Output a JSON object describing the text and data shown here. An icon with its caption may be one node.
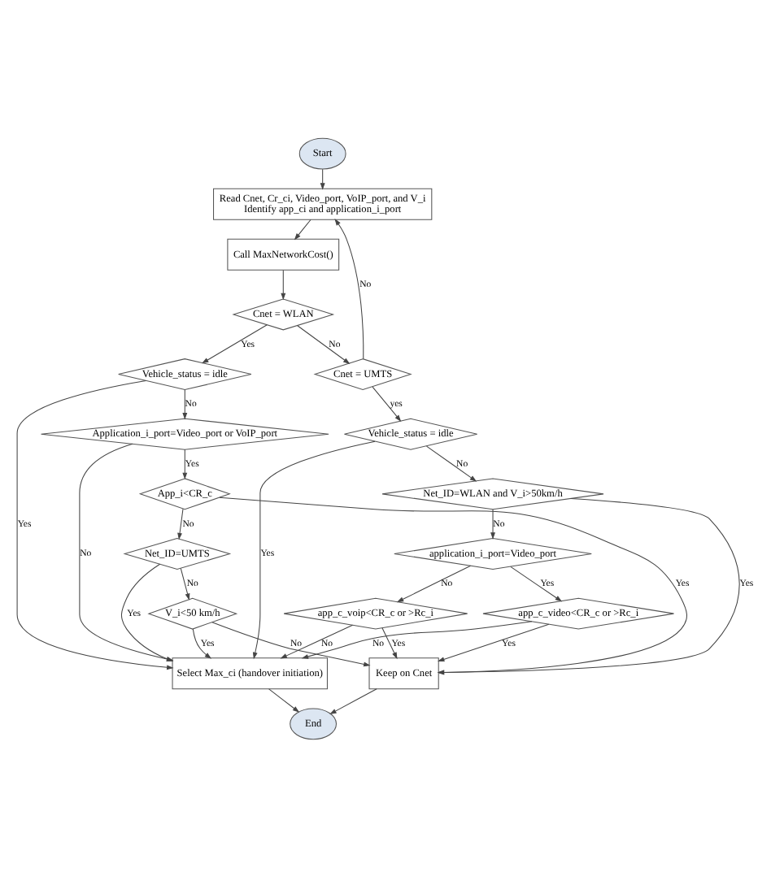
{
  "diagram": {
    "nodes": [
      {
        "text": [
          "Start"
        ]
      },
      {
        "text": [
          "Read Cnet, Cr_ci, Video_port, VoIP_port, and V_i",
          "Identify app_ci and application_i_port"
        ]
      },
      {
        "text": [
          "Call MaxNetworkCost()"
        ]
      },
      {
        "text": [
          "Cnet = WLAN"
        ]
      },
      {
        "text": [
          "Cnet = UMTS"
        ]
      },
      {
        "text": [
          "Vehicle_status = idle"
        ]
      },
      {
        "text": [
          "Vehicle_status = idle"
        ]
      },
      {
        "text": [
          "Application_i_port=Video_port or VoIP_port"
        ]
      },
      {
        "text": [
          "Net_ID=WLAN and V_i>50km/h"
        ]
      },
      {
        "text": [
          "App_i<CR_c"
        ]
      },
      {
        "text": [
          "application_i_port=Video_port"
        ]
      },
      {
        "text": [
          "Net_ID=UMTS"
        ]
      },
      {
        "text": [
          "app_c_video<CR_c or >Rc_i"
        ]
      },
      {
        "text": [
          "V_i<50 km/h"
        ]
      },
      {
        "text": [
          "Keep on Cnet"
        ]
      },
      {
        "text": [
          "app_c_voip<CR_c or >Rc_i"
        ]
      },
      {
        "text": [
          "Select Max_ci (handover initiation)"
        ]
      },
      {
        "text": [
          "End"
        ]
      }
    ],
    "edges": [
      {
        "from": 0,
        "to": 1,
        "arrow": "to"
      },
      {
        "from": 1,
        "to": 2,
        "arrow": "to"
      },
      {
        "from": 2,
        "to": 3,
        "arrow": "to"
      },
      {
        "from": 3,
        "to": 4,
        "arrow": "to",
        "label": "No"
      },
      {
        "from": 3,
        "to": 5,
        "arrow": "to",
        "label": "Yes"
      },
      {
        "from": 4,
        "to": 1,
        "arrow": "to",
        "label": "No"
      },
      {
        "from": 4,
        "to": 6,
        "arrow": "to",
        "label": "yes"
      },
      {
        "from": 5,
        "to": 16,
        "arrow": "to",
        "label": "Yes"
      },
      {
        "from": 5,
        "to": 7,
        "arrow": "to",
        "label": "No"
      },
      {
        "from": 7,
        "to": 16,
        "arrow": "to",
        "label": "No"
      },
      {
        "from": 7,
        "to": 9,
        "arrow": "to",
        "label": "Yes"
      },
      {
        "from": 9,
        "to": 14,
        "arrow": "to",
        "label": "Yes"
      },
      {
        "from": 9,
        "to": 11,
        "arrow": "to",
        "label": "No"
      },
      {
        "from": 11,
        "to": 16,
        "arrow": "to",
        "label": "Yes"
      },
      {
        "from": 11,
        "to": 13,
        "arrow": "to",
        "label": "No"
      },
      {
        "from": 13,
        "to": 14,
        "arrow": "to",
        "label": "No"
      },
      {
        "from": 13,
        "to": 16,
        "arrow": "to",
        "label": "Yes"
      },
      {
        "from": 6,
        "to": 16,
        "arrow": "to",
        "label": "Yes"
      },
      {
        "from": 6,
        "to": 8,
        "arrow": "to",
        "label": "No"
      },
      {
        "from": 8,
        "to": 14,
        "arrow": "to",
        "label": "Yes"
      },
      {
        "from": 8,
        "to": 10,
        "arrow": "to",
        "label": "No"
      },
      {
        "from": 10,
        "to": 12,
        "arrow": "to",
        "label": "Yes"
      },
      {
        "from": 10,
        "to": 15,
        "arrow": "to",
        "label": "No"
      },
      {
        "from": 12,
        "to": 14,
        "arrow": "to",
        "label": "Yes"
      },
      {
        "from": 12,
        "to": 16,
        "arrow": "to",
        "label": "No"
      },
      {
        "from": 15,
        "to": 14,
        "arrow": "to",
        "label": "Yes"
      },
      {
        "from": 15,
        "to": 16,
        "arrow": "to",
        "label": "No"
      },
      {
        "from": 14,
        "to": 17,
        "arrow": "to"
      },
      {
        "from": 16,
        "to": 17,
        "arrow": "to"
      }
    ]
  }
}
